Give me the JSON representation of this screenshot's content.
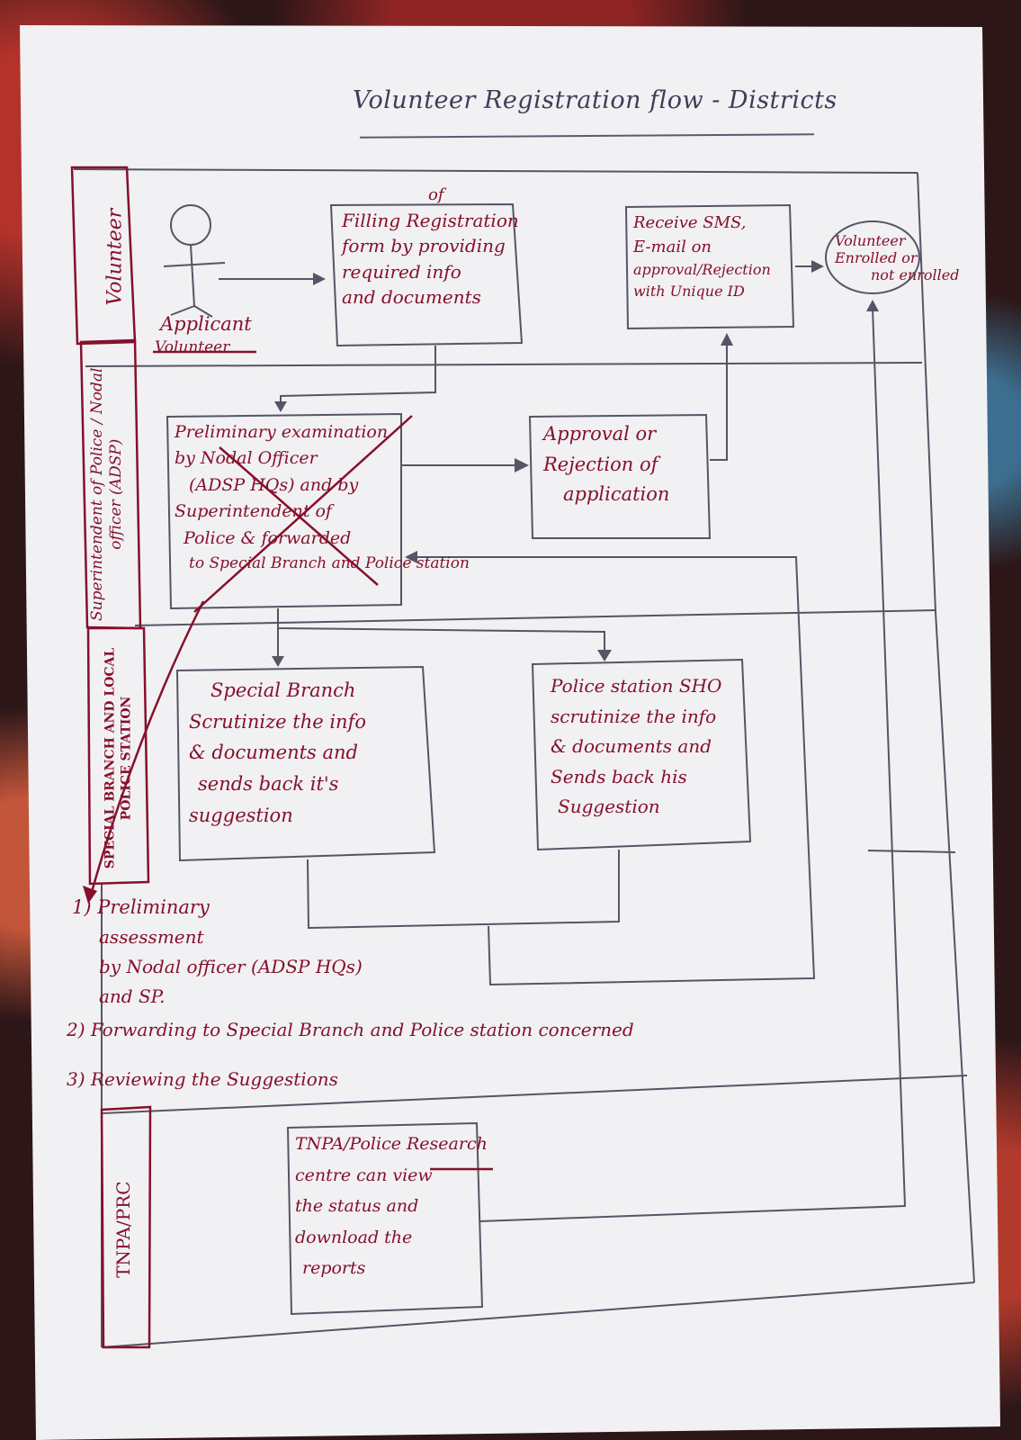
{
  "title": "Volunteer Registration flow - Districts",
  "lanes": {
    "volunteer": "Volunteer",
    "sp_nodal": "Superintendent of Police / Nodal officer (ADSP)",
    "sb_ps": "SPECIAL BRANCH AND LOCAL POLICE STATION",
    "tnpa": "TNPA/PRC"
  },
  "actor": {
    "label": "Applicant",
    "struck": "Volunteer"
  },
  "boxes": {
    "registration": {
      "lines": [
        "Filling Registration",
        "form by providing",
        "required info",
        "and documents"
      ],
      "insert": "of"
    },
    "sms": {
      "lines": [
        "Receive SMS,",
        "E-mail on",
        "approval/Rejection",
        "with Unique ID"
      ]
    },
    "enrolled": {
      "lines": [
        "Volunteer",
        "Enrolled or",
        "not enrolled"
      ]
    },
    "preliminary": {
      "lines": [
        "Preliminary examination",
        "by Nodal Officer",
        "(ADSP HQs) and by",
        "Superintendent of",
        "Police & forwarded",
        "to Special Branch and Police station"
      ]
    },
    "approval": {
      "lines": [
        "Approval or",
        "Rejection of",
        "application"
      ]
    },
    "special_branch": {
      "lines": [
        "Special Branch",
        "Scrutinize the info",
        "& documents and",
        "sends back it's",
        "suggestion"
      ]
    },
    "police_station": {
      "lines": [
        "Police station SHO",
        "scrutinize the info",
        "& documents and",
        "Sends back his",
        "Suggestion"
      ]
    },
    "tnpa": {
      "lines": [
        "TNPA/Police Research",
        "centre can view",
        "the status and",
        "download the",
        "reports"
      ]
    }
  },
  "notes": [
    "1) Preliminary",
    "assessment",
    "by Nodal officer (ADSP HQs)",
    "and SP.",
    "2) Forwarding to Special Branch and Police station concerned",
    "3) Reviewing the Suggestions"
  ],
  "colors": {
    "ink_red": "#86102b",
    "pencil": "#555566",
    "paper": "#f2f2f4"
  }
}
